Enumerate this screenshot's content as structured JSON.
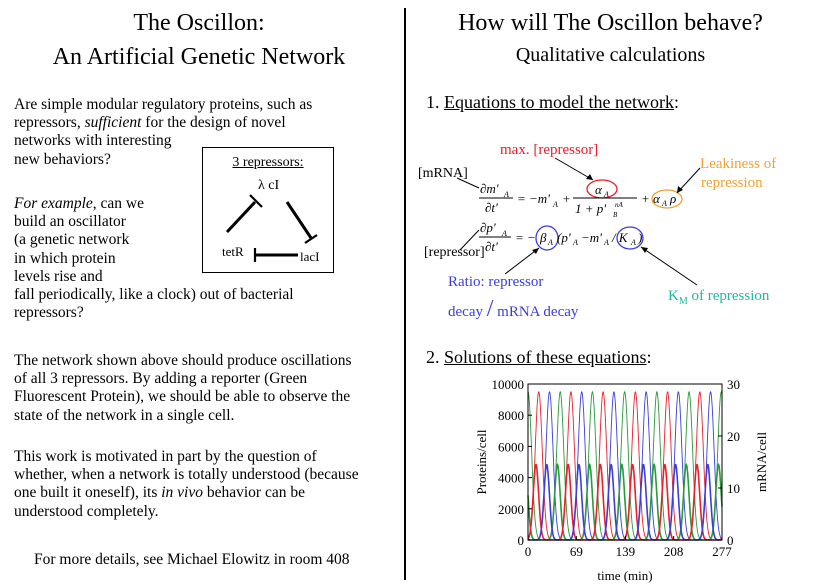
{
  "left": {
    "title_line1": "The Oscillon:",
    "title_line2": "An Artificial Genetic Network",
    "p1_l1": "Are simple modular regulatory proteins, such as",
    "p1_l2a": "repressors, ",
    "p1_l2b": "sufficient",
    "p1_l2c": " for the design of novel",
    "p1_l3": "networks with interesting",
    "p1_l4": "new behaviors?",
    "p2_l1a": "For example",
    "p2_l1b": ", can we",
    "p2_l2": "build an oscillator",
    "p2_l3": "(a genetic network",
    "p2_l4": "in which protein",
    "p2_l5": "levels rise and",
    "p2_l6": "fall periodically, like a clock) out of bacterial",
    "p2_l7": "repressors?",
    "p3_l1": "The network shown above should produce oscillations",
    "p3_l2": "of all 3 repressors.  By adding a reporter (Green",
    "p3_l3": "Fluorescent Protein), we should be able to observe the",
    "p3_l4": "state of the network in a single cell.",
    "p4_l1": "This work is motivated in part by the question of",
    "p4_l2": "whether, when a network is totally understood (because",
    "p4_l3": "one built it oneself), its ",
    "p4_l3i": "in vivo",
    "p4_l3b": " behavior can be",
    "p4_l4": "understood completely.",
    "footer": "For more details, see Michael Elowitz in room 408",
    "box": {
      "title": "3 repressors:",
      "node_top": "λ cI",
      "node_left": "tetR",
      "node_right": "lacI"
    }
  },
  "right": {
    "title_line1": "How will The Oscillon behave?",
    "title_line2": "Qualitative calculations",
    "s1_num": "1. ",
    "s1_text": "Equations to model the network",
    "s1_colon": ":",
    "s2_num": "2. ",
    "s2_text": "Solutions of these equations",
    "s2_colon": ":",
    "labels": {
      "mrna": "[mRNA]",
      "repressor": "[repressor]",
      "max_repressor": "max. [repressor]",
      "leakiness_1": "Leakiness of",
      "leakiness_2": "repression",
      "ratio_1": "Ratio: repressor",
      "ratio_2a": "decay ",
      "ratio_slash": "/",
      "ratio_2b": " mRNA decay",
      "km": "K",
      "km_sub": "M",
      "km_rest": " of repression"
    },
    "colors": {
      "red": "#e8202a",
      "orange": "#f0a030",
      "blue": "#3a3fd8",
      "teal": "#1fb8a0",
      "green": "#2a9a3a"
    }
  },
  "chart_data": {
    "type": "line",
    "xlabel": "time (min)",
    "ylabel_left": "Proteins/cell",
    "ylabel_right": "mRNA/cell",
    "x_ticks": [
      "0",
      "69",
      "139",
      "208",
      "277"
    ],
    "y_left_ticks": [
      "0",
      "2000",
      "4000",
      "6000",
      "8000",
      "10000"
    ],
    "y_right_ticks": [
      "0",
      "10",
      "20",
      "30"
    ],
    "xlim": [
      0,
      277
    ],
    "ylim_left": [
      0,
      10000
    ],
    "ylim_right": [
      0,
      30
    ],
    "period_min": 46,
    "series": [
      {
        "color": "#2a9a3a",
        "kind": "protein",
        "peak": 9500,
        "phase_min": 0
      },
      {
        "color": "#e8202a",
        "kind": "protein",
        "peak": 9500,
        "phase_min": 15.3
      },
      {
        "color": "#3a3fd8",
        "kind": "protein",
        "peak": 9500,
        "phase_min": 30.7
      },
      {
        "color": "#2a9a3a",
        "kind": "mrna",
        "peak": 14.5,
        "phase_min": -4
      },
      {
        "color": "#e8202a",
        "kind": "mrna",
        "peak": 14.5,
        "phase_min": 11.3
      },
      {
        "color": "#3a3fd8",
        "kind": "mrna",
        "peak": 14.5,
        "phase_min": 26.7
      }
    ]
  }
}
